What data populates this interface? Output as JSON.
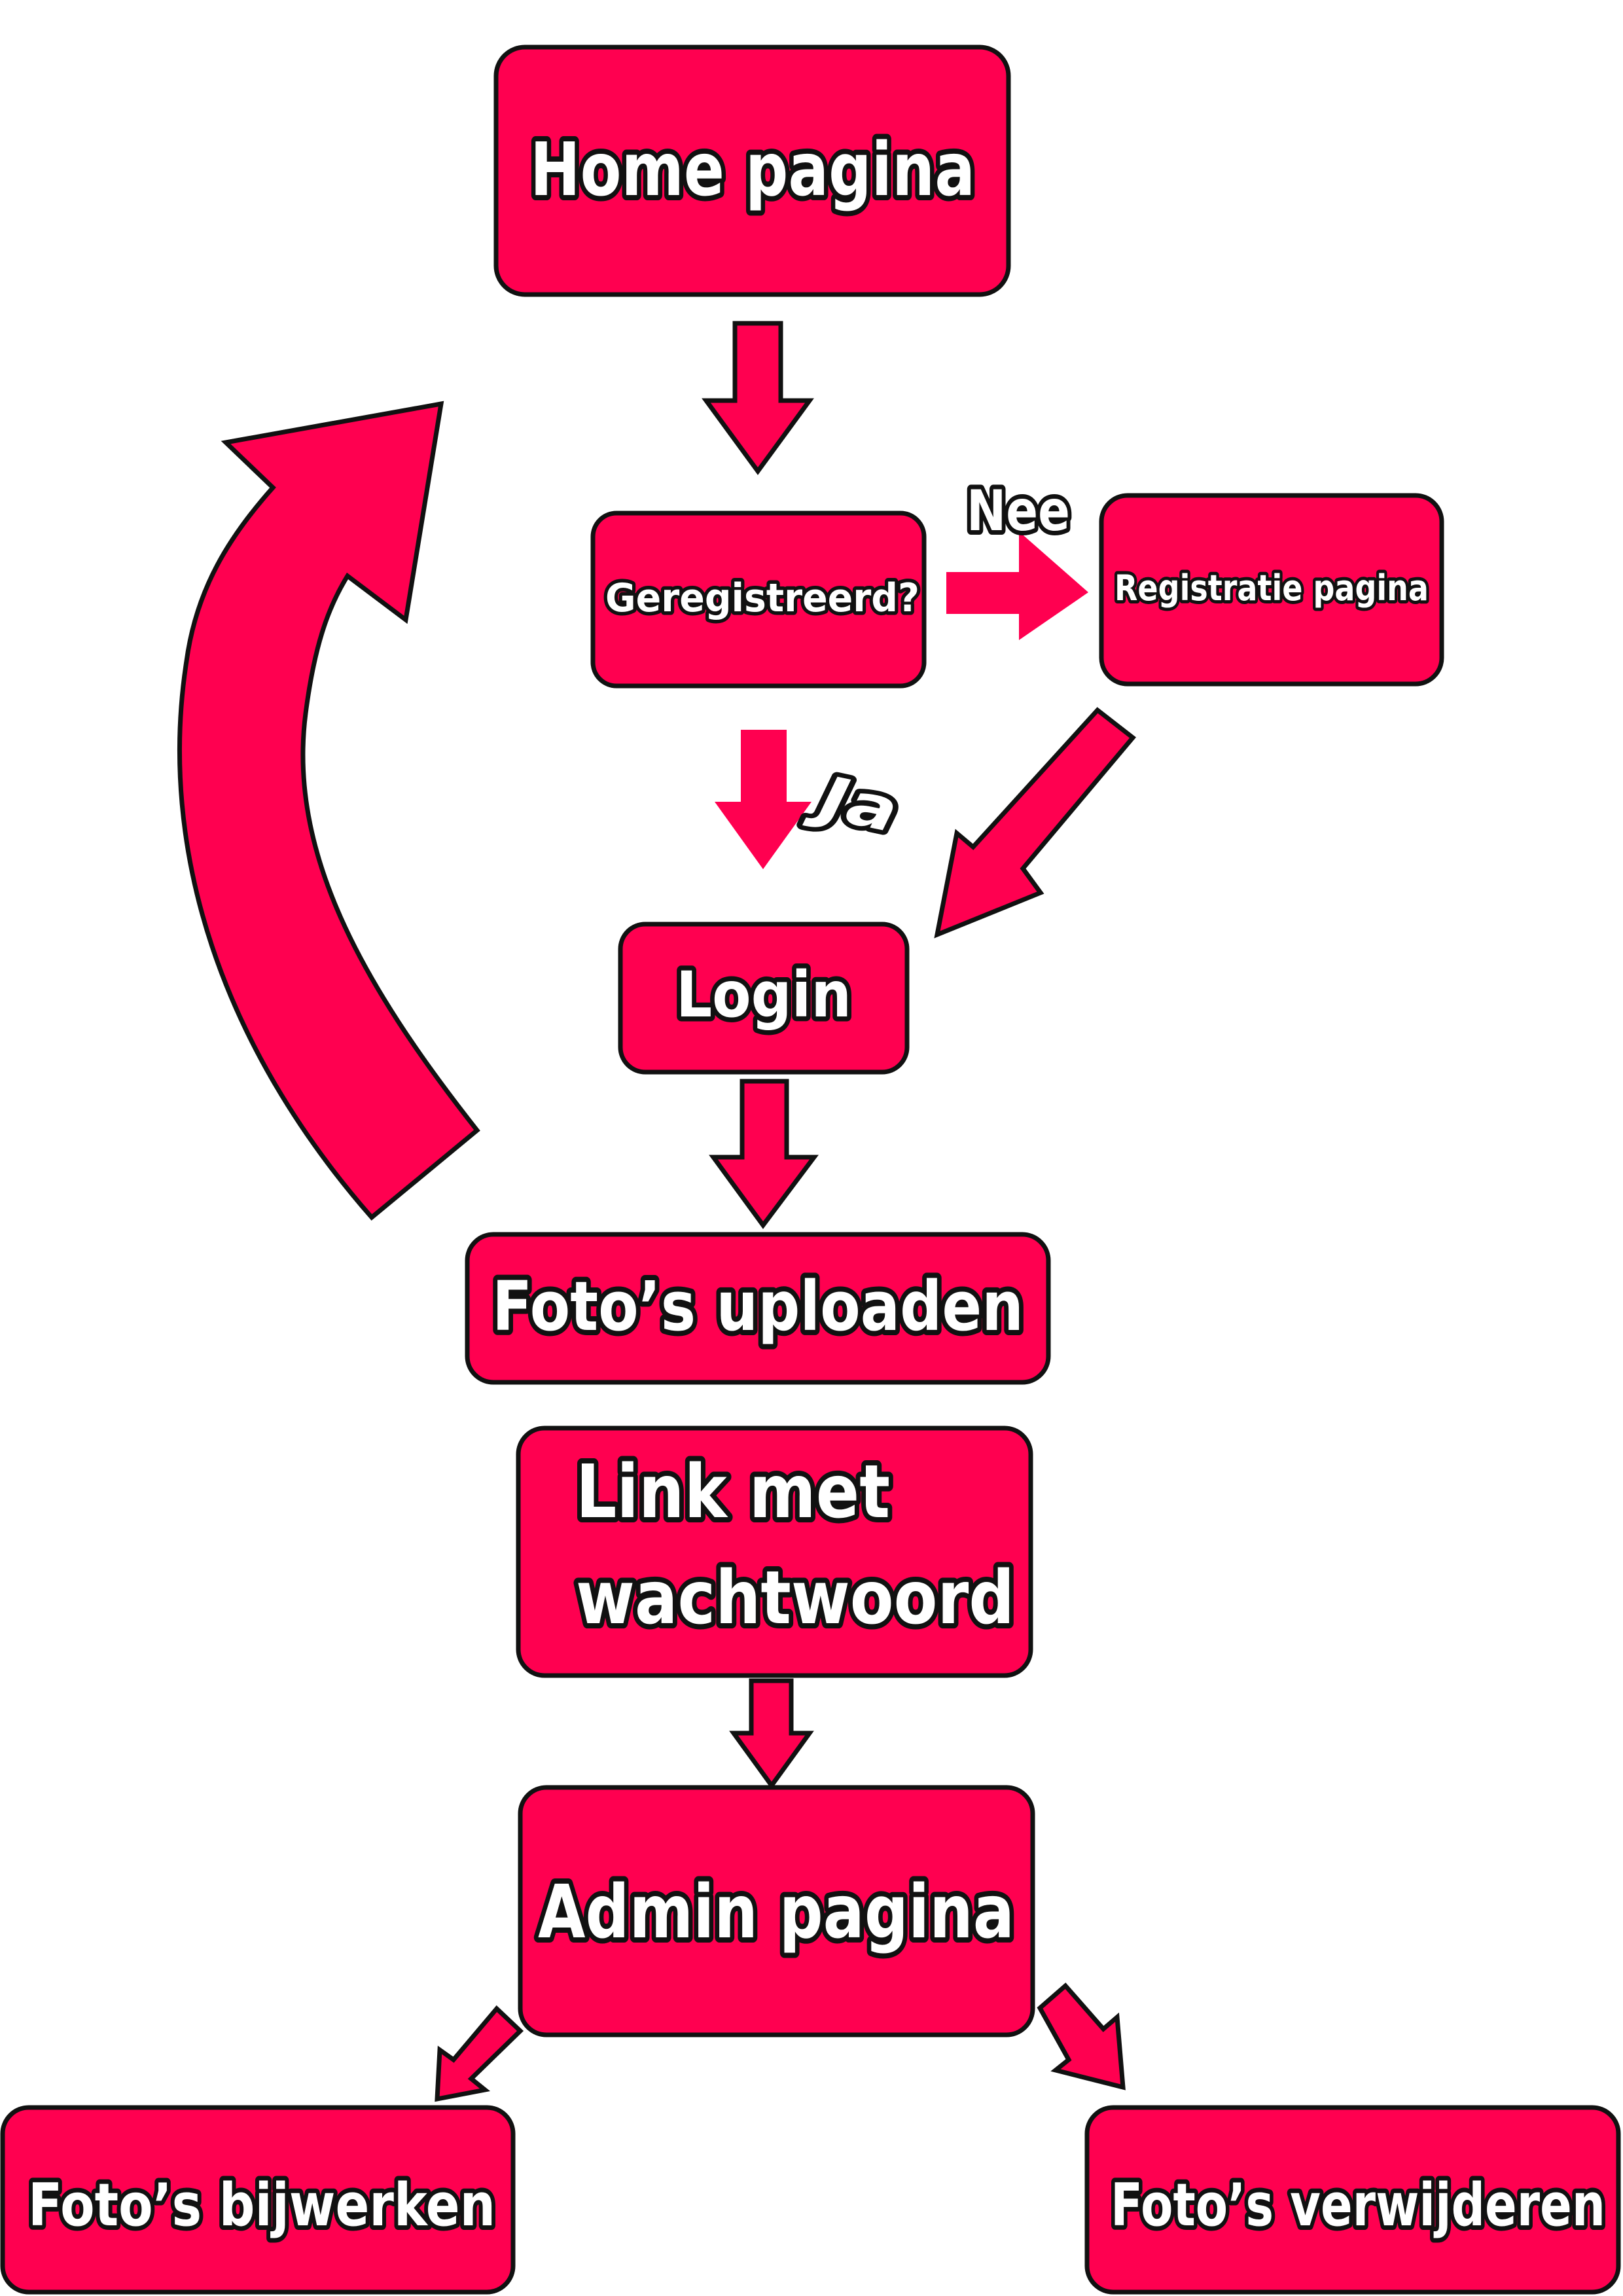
{
  "colors": {
    "node_fill": "#ff0050",
    "outline": "#111111",
    "text": "#ffffff",
    "background": "#ffffff"
  },
  "nodes": {
    "home": "Home pagina",
    "registered": "Geregistreerd?",
    "registration": "Registratie pagina",
    "login": "Login",
    "upload": "Foto’s uploaden",
    "link_line1": "Link met",
    "link_line2": "wachtwoord",
    "admin": "Admin pagina",
    "update": "Foto’s bijwerken",
    "delete": "Foto’s verwijderen"
  },
  "edge_labels": {
    "no": "Nee",
    "yes": "Ja"
  }
}
